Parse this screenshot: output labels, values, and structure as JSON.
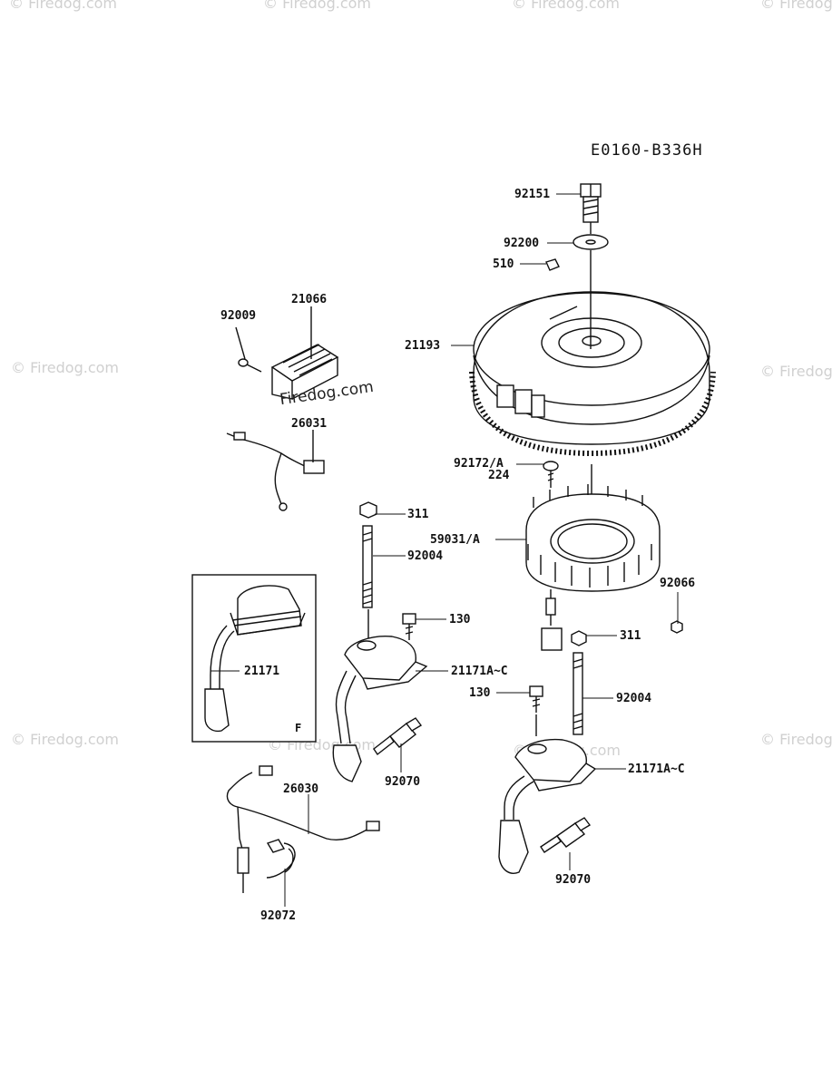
{
  "diagram_code": "E0160-B336H",
  "watermark": "© Firedog.com",
  "center_watermark": "Firedog.com",
  "inset_letter": "F",
  "labels": {
    "p92151": "92151",
    "p92200": "92200",
    "p510": "510",
    "p21193": "21193",
    "p21066": "21066",
    "p92009": "92009",
    "p26031": "26031",
    "p92172": "92172/A",
    "p224": "224",
    "p311_a": "311",
    "p59031": "59031/A",
    "p92004_a": "92004",
    "p92066": "92066",
    "p130_a": "130",
    "p311_b": "311",
    "p21171": "21171",
    "p21171ac_a": "21171A~C",
    "p130_b": "130",
    "p92004_b": "92004",
    "p92070_a": "92070",
    "p26030": "26030",
    "p21171ac_b": "21171A~C",
    "p92072": "92072",
    "p92070_b": "92070"
  }
}
